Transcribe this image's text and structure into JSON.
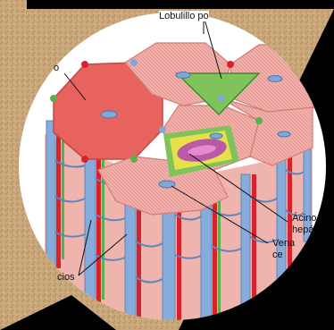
{
  "labels": {
    "classic_lobule": "Lobulillo po",
    "hepatic_acinus_1": "Ácino",
    "hepatic_acinus_2": "hepá",
    "central_vein_1": "Vena",
    "central_vein_2": "ce",
    "sinusoids": "cios",
    "left_partial": "o"
  },
  "colors": {
    "background_texture": "#c9a77a",
    "frame": "#000000",
    "circle_bg": "#ffffff",
    "hepatocyte_pink": "#f0a8a4",
    "red_lobule": "#e8625e",
    "green_triangle": "#7fc45a",
    "yellow_acinus": "#e8e04a",
    "purple_center": "#b85aa8",
    "vein_blue": "#7fa8d8",
    "artery_red": "#d8222a",
    "bile_green": "#5ab04a"
  }
}
